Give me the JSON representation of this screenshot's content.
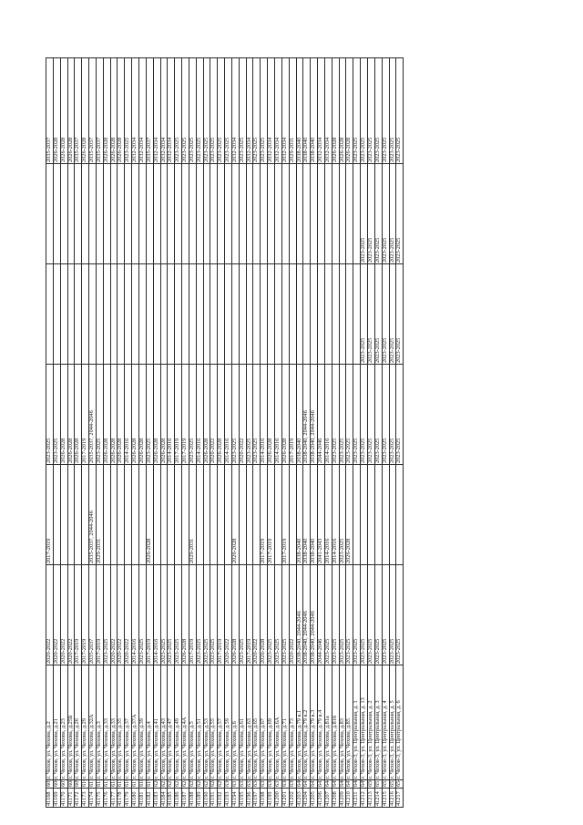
{
  "document": {
    "type": "scanned table page (rotated)",
    "columns_count": 9,
    "rows": [
      [
        "41168",
        "605",
        "г. Чехов, ул. Чехова, д.2",
        "2020-2022",
        "2017-2019",
        "2023-2025",
        "",
        "",
        "2035-2037"
      ],
      [
        "41169",
        "606",
        "г. Чехов, ул. Чехова, д.21",
        "2020-2022",
        "",
        "2023-2025",
        "",
        "",
        "2026-2028"
      ],
      [
        "41170",
        "607",
        "г. Чехов, ул. Чехова, д.23",
        "2020-2022",
        "",
        "2026-2028",
        "",
        "",
        "2026-2028"
      ],
      [
        "41171",
        "608",
        "г. Чехов, ул. Чехова, д.25Б",
        "2020-2022",
        "",
        "2026-2028",
        "",
        "",
        "2026-2028"
      ],
      [
        "41172",
        "609",
        "г. Чехов, ул. Чехова, д.26",
        "2017-2019",
        "",
        "2026-2028",
        "",
        "",
        "2035-2037"
      ],
      [
        "41173",
        "610",
        "г. Чехов, ул. Чехова, д.29",
        "2017-2019",
        "",
        "2017-2019",
        "",
        "",
        "2026-2028"
      ],
      [
        "41174",
        "611",
        "г. Чехов, ул. Чехова, д.32А",
        "2035-2037",
        "2035-2037, 2044-2046",
        "2035-2037, 2044-2046",
        "",
        "",
        "2035-2037"
      ],
      [
        "41175",
        "612",
        "г. Чехов, ул. Чехова, д.3",
        "2017-2019",
        "2029-2031",
        "2023-2025",
        "",
        "",
        "2035-2037"
      ],
      [
        "41176",
        "613",
        "г. Чехов, ул. Чехова, д.33",
        "2023-2025",
        "",
        "2026-2028",
        "",
        "",
        "2026-2028"
      ],
      [
        "41177",
        "614",
        "г. Чехов, ул. Чехова, д.33",
        "2020-2022",
        "",
        "2026-2028",
        "",
        "",
        "2026-2028"
      ],
      [
        "41178",
        "615",
        "г. Чехов, ул. Чехова, д.35",
        "2020-2022",
        "",
        "2026-2028",
        "",
        "",
        "2026-2028"
      ],
      [
        "41179",
        "616",
        "г. Чехов, ул. Чехова, д.37",
        "2020-2022",
        "",
        "2014-2016",
        "",
        "",
        "2023-2025"
      ],
      [
        "41180",
        "617",
        "г. Чехов, ул. Чехова, д.37А",
        "2014-2016",
        "",
        "2026-2028",
        "",
        "",
        "2032-2034"
      ],
      [
        "41181",
        "618",
        "г. Чехов, ул. Чехова, д.39",
        "2023-2025",
        "",
        "2026-2028",
        "",
        "",
        "2032-2034"
      ],
      [
        "41182",
        "619",
        "г. Чехов, ул. Чехова, д.4",
        "2017-2019",
        "2026-2028",
        "2023-2025",
        "",
        "",
        "2035-2037"
      ],
      [
        "41183",
        "620",
        "г. Чехов, ул. Чехова, д.41",
        "2014-2016",
        "",
        "2026-2028",
        "",
        "",
        "2032-2034"
      ],
      [
        "41184",
        "621",
        "г. Чехов, ул. Чехова, д.43",
        "2023-2025",
        "",
        "2026-2028",
        "",
        "",
        "2032-2034"
      ],
      [
        "41185",
        "622",
        "г. Чехов, ул. Чехова, д.47",
        "2023-2025",
        "",
        "2014-2016",
        "",
        "",
        "2032-2034"
      ],
      [
        "41186",
        "623",
        "г. Чехов, ул. Чехова, д.49",
        "2023-2025",
        "",
        "2017-2019",
        "",
        "",
        "2023-2025"
      ],
      [
        "41187",
        "624",
        "г. Чехов, ул. Чехова, д.4А",
        "2026-2028",
        "",
        "2017-2019",
        "",
        "",
        "2023-2025"
      ],
      [
        "41188",
        "625",
        "г. Чехов, ул. Чехова, д.5",
        "2017-2019",
        "2029-2031",
        "2023-2025",
        "",
        "",
        "2023-2025"
      ],
      [
        "41189",
        "626",
        "г. Чехов, ул. Чехова, д.51",
        "2023-2025",
        "",
        "2014-2016",
        "",
        "",
        "2023-2025"
      ],
      [
        "41190",
        "627",
        "г. Чехов, ул. Чехова, д.53",
        "2023-2025",
        "",
        "2026-2028",
        "",
        "",
        "2023-2025"
      ],
      [
        "41191",
        "628",
        "г. Чехов, ул. Чехова, д.55",
        "2023-2025",
        "",
        "2020-2022",
        "",
        "",
        "2023-2025"
      ],
      [
        "41192",
        "629",
        "г. Чехов, ул. Чехова, д.57",
        "2017-2019",
        "",
        "2026-2028",
        "",
        "",
        "2023-2025"
      ],
      [
        "41193",
        "630",
        "г. Чехов, ул. Чехова, д.59",
        "2020-2022",
        "",
        "2014-2016",
        "",
        "",
        "2023-2025"
      ],
      [
        "41194",
        "631",
        "г. Чехов, ул. Чехова, д.6",
        "2026-2028",
        "2026-2028",
        "2023-2025",
        "",
        "",
        "2032-2034"
      ],
      [
        "41195",
        "632",
        "г. Чехов, ул. Чехова, д.61",
        "2023-2025",
        "",
        "2020-2022",
        "",
        "",
        "2023-2025"
      ],
      [
        "41196",
        "633",
        "г. Чехов, ул. Чехова, д.63",
        "2017-2019",
        "",
        "2023-2025",
        "",
        "",
        "2032-2034"
      ],
      [
        "41197",
        "634",
        "г. Чехов, ул. Чехова, д.65",
        "2020-2022",
        "",
        "2023-2025",
        "",
        "",
        "2023-2025"
      ],
      [
        "41198",
        "635",
        "г. Чехов, ул. Чехова, д.67",
        "2026-2028",
        "2017-2019",
        "2014-2016",
        "",
        "",
        "2023-2025"
      ],
      [
        "41199",
        "636",
        "г. Чехов, ул. Чехова, д.69",
        "2023-2025",
        "2017-2019",
        "2026-2028",
        "",
        "",
        "2032-2034"
      ],
      [
        "41200",
        "637",
        "г. Чехов, ул. Чехова, д.6А",
        "2023-2025",
        "",
        "2014-2016",
        "",
        "",
        "2032-2034"
      ],
      [
        "41201",
        "638",
        "г. Чехов, ул. Чехова, д.71",
        "2023-2025",
        "2017-2019",
        "2026-2028",
        "",
        "",
        "2032-2034"
      ],
      [
        "41202",
        "639",
        "г. Чехов, ул. Чехова, д.73",
        "2020-2022",
        "",
        "2017-2019",
        "",
        "",
        "2029-2031"
      ],
      [
        "41203",
        "640",
        "г. Чехов, ул. Чехова, д.79 к.1",
        "2038-2040, 2044-2046",
        "2038-2040",
        "2038-2040",
        "",
        "",
        "2038-2040"
      ],
      [
        "41204",
        "641",
        "г. Чехов, ул. Чехова, д.79 к.2",
        "2038-2040, 2044-2046",
        "2038-2040",
        "2038-2040, 2044-2046",
        "",
        "",
        "2038-2040"
      ],
      [
        "41205",
        "642",
        "г. Чехов, ул. Чехова, д.79 к.3",
        "2038-2040, 2044-2046",
        "2038-2040",
        "2038-2040, 2044-2046",
        "",
        "",
        "2038-2040"
      ],
      [
        "41206",
        "643",
        "г. Чехов, ул. Чехова, д.79 к.4",
        "2044-2046",
        "2041-2043",
        "2044-2046",
        "",
        "",
        "2032-2034"
      ],
      [
        "41207",
        "644",
        "г. Чехов, ул. Чехова, д.81а",
        "2023-2025",
        "2014-2016",
        "2014-2016",
        "",
        "",
        "2032-2034"
      ],
      [
        "41208",
        "645",
        "г. Чехов, ул. Чехова, д.81б",
        "2023-2025",
        "2014-2016",
        "2023-2025",
        "",
        "",
        "2026-2028"
      ],
      [
        "41209",
        "646",
        "г. Чехов, ул. Чехова, д.83",
        "2023-2025",
        "2023-2025",
        "2023-2025",
        "",
        "",
        "2026-2028"
      ],
      [
        "41210",
        "647",
        "г. Чехов, ул. Чехова, д.85",
        "2023-2025",
        "2026-2028",
        "2023-2025",
        "",
        "",
        "2026-2028"
      ],
      [
        "41211",
        "648",
        "г. Чехов-3, ул. Центральная, д. 1",
        "2023-2025",
        "",
        "2023-2025",
        "",
        "",
        "2023-2025"
      ],
      [
        "41212",
        "649",
        "г. Чехов-3, ул. Центральная, д. 13",
        "2023-2025",
        "",
        "2023-2025",
        "2023-2025",
        "2023-2025",
        "2023-2025"
      ],
      [
        "41213",
        "650",
        "г. Чехов-3, ул. Центральная, д. 2",
        "2023-2025",
        "",
        "2023-2025",
        "2023-2025",
        "2023-2025",
        "2023-2025"
      ],
      [
        "41214",
        "651",
        "г. Чехов-3, ул. Центральная, д. 3",
        "2023-2025",
        "",
        "2023-2025",
        "2023-2025",
        "2023-2025",
        "2023-2025"
      ],
      [
        "41215",
        "652",
        "г. Чехов-3, ул. Центральная, д. 4",
        "2023-2025",
        "",
        "2023-2025",
        "2023-2025",
        "2023-2025",
        "2023-2025"
      ],
      [
        "41216",
        "653",
        "г. Чехов-3, ул. Центральная, д. 5",
        "2023-2025",
        "",
        "2023-2025",
        "2023-2025",
        "2023-2025",
        "2023-2025"
      ],
      [
        "41217",
        "654",
        "г. Чехов-3, ул. Центральная, д. 6",
        "2023-2025",
        "",
        "2023-2025",
        "2023-2025",
        "2023-2025",
        "2023-2025"
      ]
    ]
  }
}
